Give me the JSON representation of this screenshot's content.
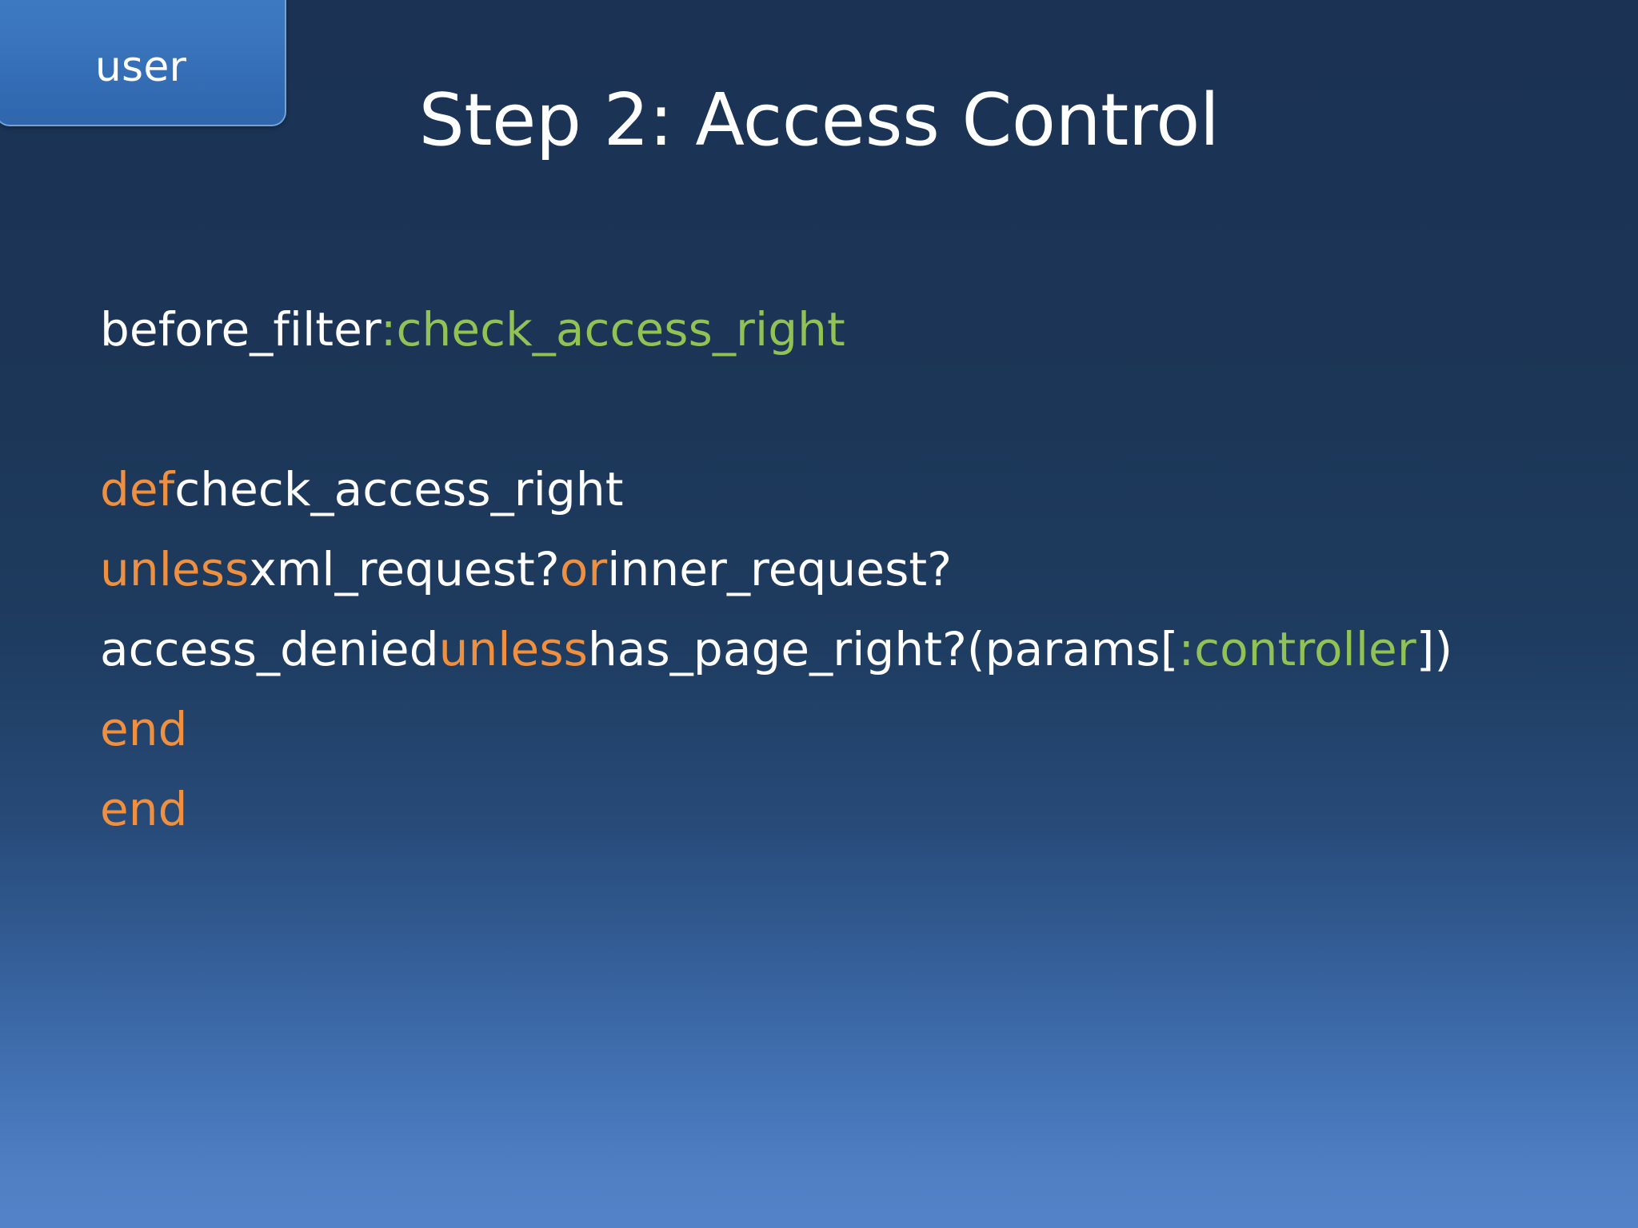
{
  "slide": {
    "title": "Step 2: Access Control",
    "badge_label": "user",
    "colors": {
      "background_top": "#1b3254",
      "background_bottom": "#5482c8",
      "badge_fill": "#3a75bd",
      "badge_border": "#6fa3da",
      "text_plain": "#ffffff",
      "keyword_orange": "#ef9040",
      "symbol_green": "#92c155"
    }
  },
  "code": {
    "language": "ruby",
    "lines": [
      {
        "id": "line-before-filter",
        "blank": false,
        "tokens": [
          {
            "text": "before_filter",
            "kind": "plain"
          },
          {
            "text": ":check_access_right",
            "kind": "sym"
          }
        ]
      },
      {
        "id": "line-blank-1",
        "blank": true,
        "tokens": []
      },
      {
        "id": "line-def",
        "blank": false,
        "tokens": [
          {
            "text": "def",
            "kind": "kw"
          },
          {
            "text": "check_access_right",
            "kind": "plain"
          }
        ]
      },
      {
        "id": "line-unless-xml",
        "blank": false,
        "tokens": [
          {
            "text": "unless",
            "kind": "kw"
          },
          {
            "text": "xml_request?",
            "kind": "plain"
          },
          {
            "text": "or",
            "kind": "kw"
          },
          {
            "text": "inner_request?",
            "kind": "plain"
          }
        ]
      },
      {
        "id": "line-access-denied",
        "blank": false,
        "tokens": [
          {
            "text": "access_denied",
            "kind": "plain"
          },
          {
            "text": "unless",
            "kind": "kw"
          },
          {
            "text": "has_page_right?(params[",
            "kind": "plain"
          },
          {
            "text": ":controller",
            "kind": "sym"
          },
          {
            "text": "])",
            "kind": "plain"
          }
        ]
      },
      {
        "id": "line-end-1",
        "blank": false,
        "tokens": [
          {
            "text": "end",
            "kind": "kw"
          }
        ]
      },
      {
        "id": "line-end-2",
        "blank": false,
        "tokens": [
          {
            "text": "end",
            "kind": "kw"
          }
        ]
      }
    ]
  }
}
